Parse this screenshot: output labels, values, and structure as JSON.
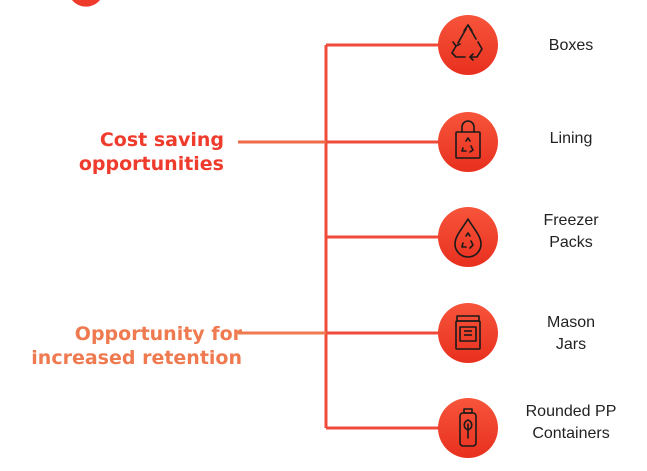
{
  "colors": {
    "accent_red": "#ef3b2c",
    "accent_orange": "#ef7a50",
    "line": "#ef4a3a",
    "icon_gradient_top": "#f7553b",
    "icon_gradient_bottom": "#e8301e",
    "icon_glyph": "#1a1a1a",
    "text": "#222222"
  },
  "groups": [
    {
      "lines": [
        "Cost saving",
        "opportunities"
      ],
      "color": "#ef3b2c"
    },
    {
      "lines": [
        "Opportunity for",
        "increased retention"
      ],
      "color": "#ef7a50"
    }
  ],
  "items": [
    {
      "icon": "recycle-icon",
      "lines": [
        "Boxes"
      ]
    },
    {
      "icon": "recycle-bag-icon",
      "lines": [
        "Lining"
      ]
    },
    {
      "icon": "recycle-drop-icon",
      "lines": [
        "Freezer",
        "Packs"
      ]
    },
    {
      "icon": "jar-icon",
      "lines": [
        "Mason",
        "Jars"
      ]
    },
    {
      "icon": "container-icon",
      "lines": [
        "Rounded PP",
        "Containers"
      ]
    }
  ]
}
